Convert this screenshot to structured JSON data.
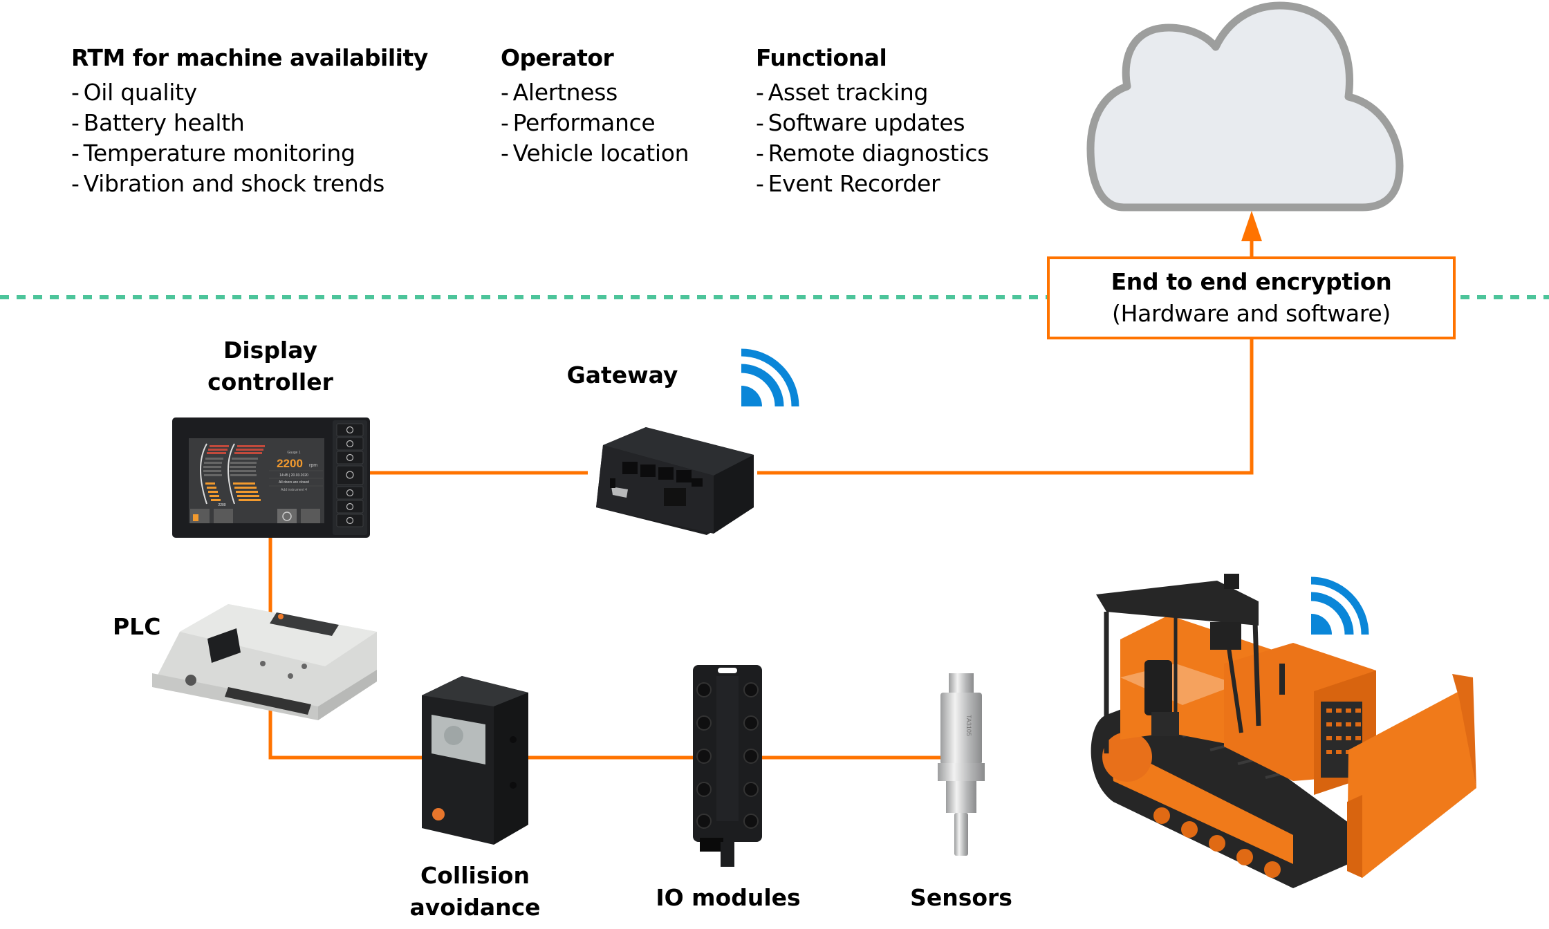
{
  "columns": [
    {
      "heading": "RTM for machine availability",
      "items": [
        "Oil quality",
        "Battery health",
        "Temperature monitoring",
        "Vibration and shock trends"
      ]
    },
    {
      "heading": "Operator",
      "items": [
        "Alertness",
        "Performance",
        "Vehicle location"
      ]
    },
    {
      "heading": "Functional",
      "items": [
        "Asset tracking",
        "Software updates",
        "Remote diagnostics",
        "Event Recorder"
      ]
    }
  ],
  "bullet": "-",
  "encryption": {
    "title": "End to end encryption",
    "subtitle": "(Hardware and software)"
  },
  "devices": {
    "display": {
      "label_line1": "Display",
      "label_line2": "controller",
      "screen": {
        "gauge_title": "Gauge 1",
        "rpm_value": "2200",
        "rpm_unit": "rpm",
        "datetime": "14:45 | 20.03.2020",
        "status": "All doors are closed",
        "add_instrument": "Add instrument 4",
        "small_rpm": "2200"
      }
    },
    "gateway": {
      "label": "Gateway"
    },
    "plc": {
      "label": "PLC"
    },
    "collision": {
      "label_line1": "Collision",
      "label_line2": "avoidance"
    },
    "io": {
      "label": "IO modules"
    },
    "sensor": {
      "label": "Sensors",
      "model": "TA3105"
    },
    "machine": {
      "name": "bulldozer"
    }
  },
  "icons": {
    "cloud": "cloud-icon",
    "wifi": "wifi-icon",
    "arrow": "arrow-up-icon"
  },
  "colors": {
    "connection": "#ff7300",
    "divider": "#4cc49a",
    "wifi": "#0a86d8",
    "cloud_fill": "#e8ebef",
    "cloud_stroke": "#9d9e9d",
    "machine": "#f07a1a"
  }
}
